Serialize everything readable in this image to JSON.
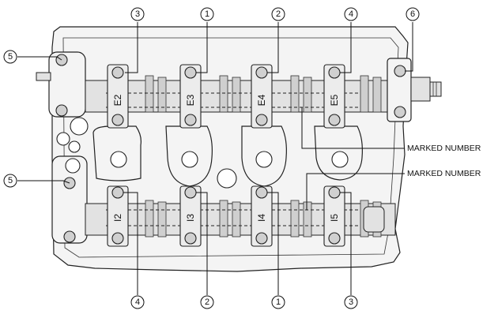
{
  "callouts": {
    "top": [
      "3",
      "1",
      "2",
      "4"
    ],
    "right_top": "6",
    "left": [
      "5",
      "5"
    ],
    "bottom": [
      "4",
      "2",
      "1",
      "3"
    ]
  },
  "cap_marks": {
    "upper": [
      "E2",
      "E3",
      "E4",
      "E5"
    ],
    "lower": [
      "I2",
      "I3",
      "I4",
      "I5"
    ]
  },
  "labels": {
    "marked_number_1": "MARKED NUMBER",
    "marked_number_2": "MARKED NUMBER"
  }
}
